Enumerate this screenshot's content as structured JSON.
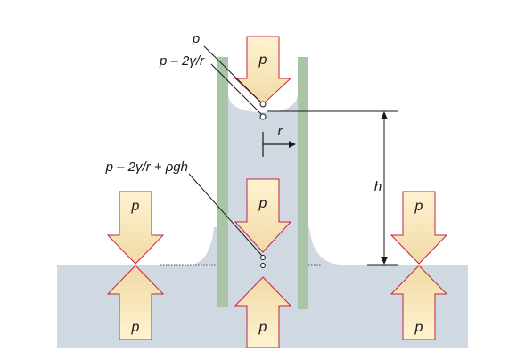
{
  "labels": {
    "p_top": "p",
    "meniscus_pressure": "p – 2γ/r",
    "bottom_pressure": "p – 2γ/r + ρgh",
    "radius": "r",
    "height": "h"
  },
  "arrow_labels": {
    "top": "p",
    "tube_down": "p",
    "tube_up": "p",
    "left_down": "p",
    "left_up": "p",
    "right_down": "p",
    "right_up": "p"
  },
  "colors": {
    "liquid": "#d0d9e1",
    "tube_wall": "#a9c4a6",
    "arrow_light": "#fde9bc",
    "arrow_dark": "#eed9ad",
    "arrow_stroke": "#c4243f",
    "line": "#1a1a1a"
  }
}
